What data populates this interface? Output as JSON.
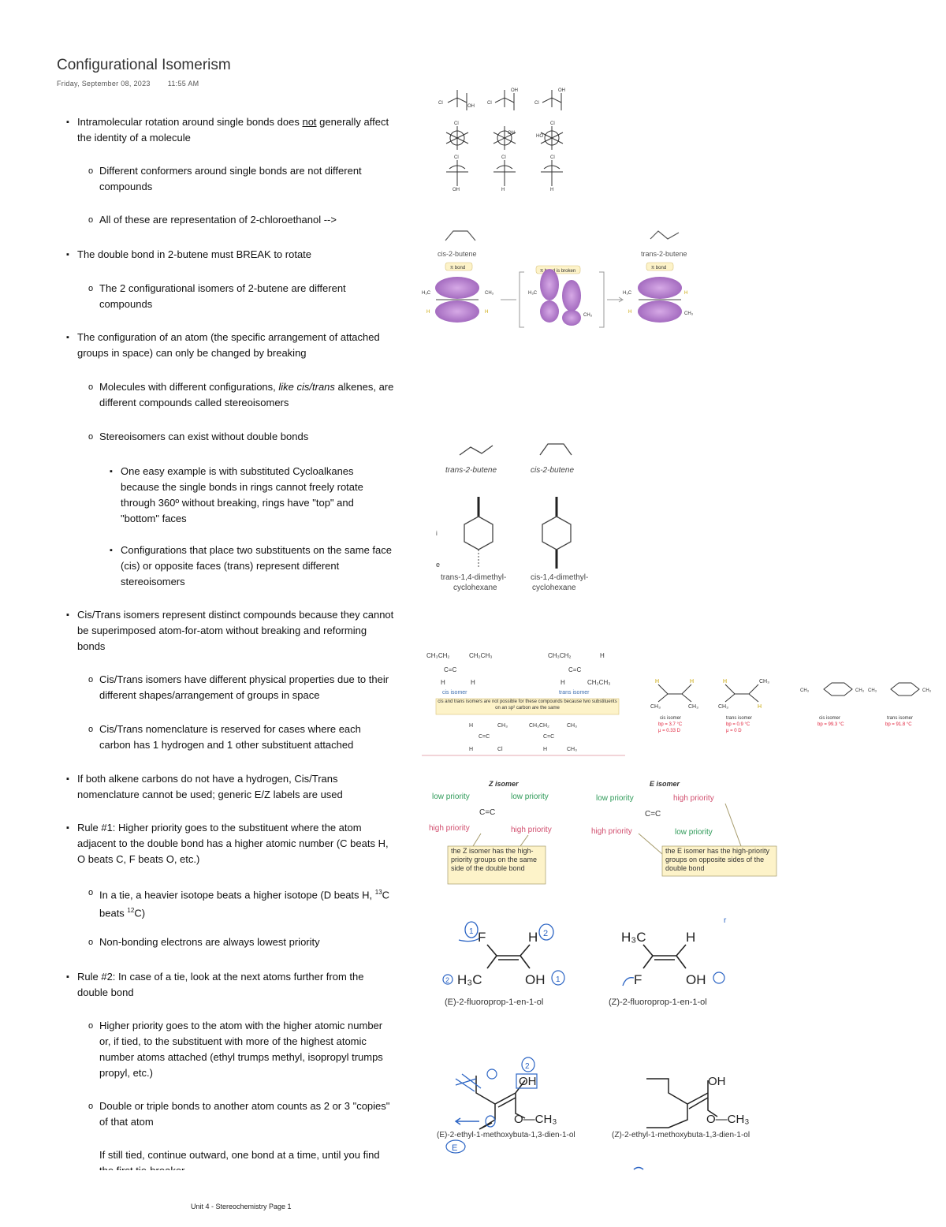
{
  "page": {
    "title": "Configurational Isomerism",
    "date": "Friday, September 08, 2023",
    "time": "11:55 AM",
    "footer": "Unit 4 - Stereochemistry Page 1"
  },
  "notes": [
    {
      "level": 1,
      "text_a": "Intramolecular rotation around single bonds does ",
      "text_u": "not",
      "text_b": " generally affect the identity of a molecule"
    },
    {
      "level": 2,
      "text": "Different conformers around single bonds are not different compounds"
    },
    {
      "level": 2,
      "text": "All of these are representation of 2-chloroethanol -->"
    },
    {
      "level": 1,
      "text": "The double bond in 2-butene must BREAK to rotate"
    },
    {
      "level": 2,
      "text": "The 2 configurational isomers of 2-butene are different compounds"
    },
    {
      "level": 1,
      "text": "The configuration of an atom (the specific arrangement of attached groups in space) can only be changed by breaking"
    },
    {
      "level": 2,
      "text_a": "Molecules with different configurations, ",
      "text_i": "like cis/trans",
      "text_b": " alkenes, are different compounds called stereoisomers"
    },
    {
      "level": 2,
      "text": "Stereoisomers can exist without double bonds"
    },
    {
      "level": 3,
      "text": "One easy example is with substituted Cycloalkanes because the single bonds in rings cannot freely rotate through 360º without breaking, rings have \"top\" and \"bottom\" faces"
    },
    {
      "level": 3,
      "text": "Configurations that place two substituents on the same face (cis) or opposite faces (trans) represent different stereoisomers"
    },
    {
      "level": 1,
      "text": "Cis/Trans isomers represent distinct compounds because they cannot be superimposed atom-for-atom without breaking and reforming bonds"
    },
    {
      "level": 2,
      "text": "Cis/Trans isomers have different physical properties due to their different shapes/arrangement of groups in space"
    },
    {
      "level": 2,
      "text": "Cis/Trans nomenclature is reserved for cases where each carbon has 1 hydrogen and 1 other substituent attached"
    },
    {
      "level": 1,
      "text": "If both alkene carbons do not have a hydrogen, Cis/Trans nomenclature cannot be used; generic E/Z labels are used"
    },
    {
      "level": 1,
      "text": "Rule #1: Higher priority goes to the substituent where the atom adjacent to the double bond has a higher atomic number (C beats H, O beats C, F beats O, etc.)"
    },
    {
      "level": 2,
      "text_a": "In a tie, a heavier isotope beats a higher isotope (D beats H, ",
      "sup1": "13",
      "text_m": "C beats ",
      "sup2": "12",
      "text_b": "C)"
    },
    {
      "level": 2,
      "text": "Non-bonding electrons are always lowest priority"
    },
    {
      "level": 1,
      "text": "Rule #2: In case of a tie, look at the next atoms further from the double bond"
    },
    {
      "level": 2,
      "text": "Higher priority goes to the atom with the higher atomic number or, if tied, to the substituent with more of the highest atomic number atoms attached (ethyl trumps methyl, isopropyl trumps propyl, etc.)"
    },
    {
      "level": 2,
      "text": "Double or triple bonds to another atom counts as 2 or 3 \"copies\" of that atom"
    },
    {
      "level": 2,
      "text": "If still tied, continue outward, one bond at a time, until you find the first tie-breaker"
    }
  ],
  "bullets": {
    "l1": "▪",
    "l2": "o",
    "l3": "▪"
  },
  "figures": {
    "butene": {
      "cis": "cis-2-butene",
      "trans": "trans-2-butene",
      "pi_bond": "π bond",
      "pi_broken": "π bond is broken",
      "h3c": "H₃C",
      "ch3": "CH₃",
      "h": "H"
    },
    "cyclo": {
      "trans_alkene": "trans-2-butene",
      "cis_alkene": "cis-2-butene",
      "trans_name_1": "trans-1,4-dimethyl-",
      "trans_name_2": "cyclohexane",
      "cis_name_1": "cis-1,4-dimethyl-",
      "cis_name_2": "cyclohexane"
    },
    "cistrans": {
      "cis_label": "cis isomer",
      "trans_label": "trans isomer",
      "note": "cis and trans isomers are not possible for these compounds because two substituents on an sp² carbon are the same",
      "ch2ch3": "CH₂CH₃",
      "ch3ch2": "CH₃CH₂",
      "h": "H",
      "ch3": "CH₃",
      "cl": "Cl",
      "cis_isomer_small": "cis isomer",
      "trans_isomer_small": "trans isomer",
      "bp1": "bp = 3.7 °C",
      "mu1": "μ = 0.33 D",
      "bp2": "bp = 0.9 °C",
      "mu2": "μ = 0 D",
      "bp3": "bp = 99.3 °C",
      "bp4": "bp = 91.8 °C"
    },
    "ez": {
      "z_title": "Z isomer",
      "e_title": "E isomer",
      "low": "low priority",
      "high": "high priority",
      "z_note": "the Z isomer has the high-priority groups on the same side of the double bond",
      "e_note": "the E isomer has the high-priority groups on opposite sides of the double bond"
    },
    "examples": {
      "name1": "(E)-2-fluoroprop-1-en-1-ol",
      "name2": "(Z)-2-fluoroprop-1-en-1-ol",
      "name3": "(E)-2-ethyl-1-methoxybuta-1,3-dien-1-ol",
      "name4": "(Z)-2-ethyl-1-methoxybuta-1,3-dien-1-ol",
      "f": "F",
      "h": "H",
      "h3c": "H₃C",
      "oh": "OH",
      "och3": "O—CH₃",
      "n1": "1",
      "n2": "2",
      "e_mark": "E"
    }
  }
}
